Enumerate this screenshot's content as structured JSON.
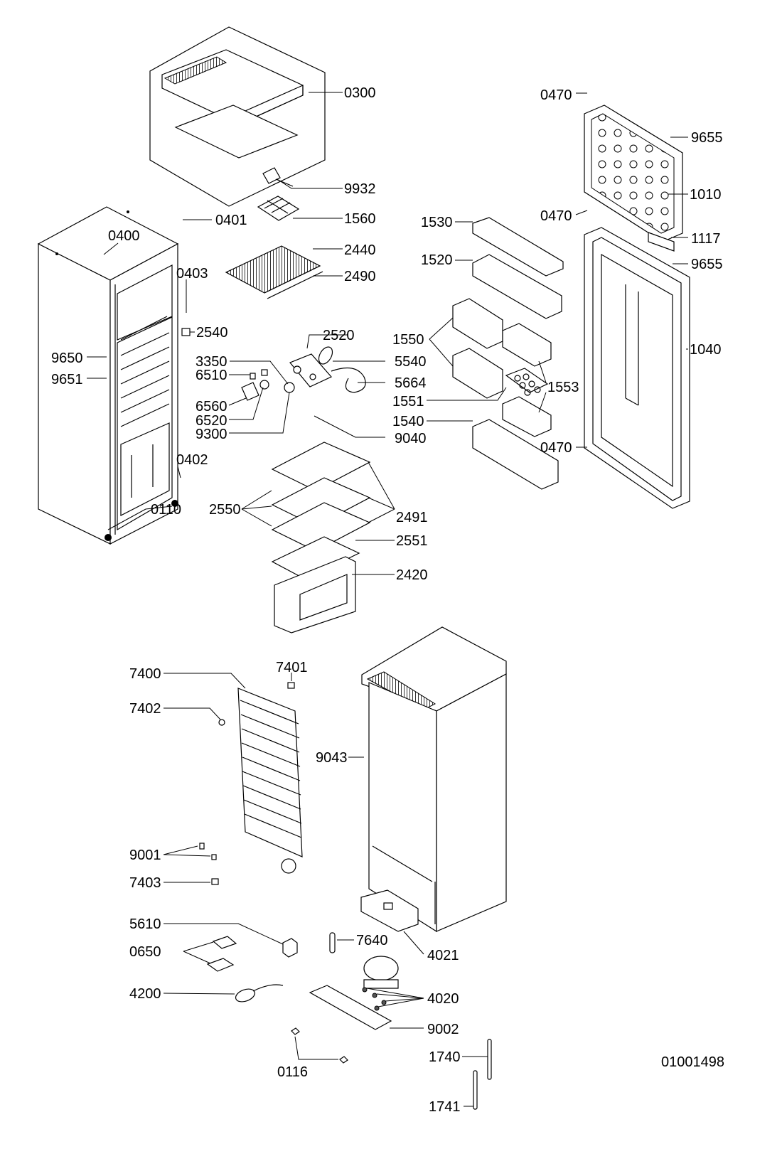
{
  "document_number": "01001498",
  "labels": {
    "l0300": "0300",
    "l0470a": "0470",
    "l9655a": "9655",
    "l9932": "9932",
    "l1010": "1010",
    "l0470b": "0470",
    "l0401": "0401",
    "l1560": "1560",
    "l1530": "1530",
    "l1117": "1117",
    "l0400": "0400",
    "l2440": "2440",
    "l1520": "1520",
    "l9655b": "9655",
    "l0403": "0403",
    "l2490": "2490",
    "l2520": "2520",
    "l2540": "2540",
    "l1550": "1550",
    "l9650": "9650",
    "l1040": "1040",
    "l3350": "3350",
    "l5540": "5540",
    "l9651": "9651",
    "l6510": "6510",
    "l5664": "5664",
    "l1553": "1553",
    "l1551": "1551",
    "l6560": "6560",
    "l6520": "6520",
    "l1540": "1540",
    "l9300": "9300",
    "l9040": "9040",
    "l0470c": "0470",
    "l0402": "0402",
    "l0110": "0110",
    "l2550": "2550",
    "l2491": "2491",
    "l2551": "2551",
    "l2420": "2420",
    "l7400": "7400",
    "l7401": "7401",
    "l7402": "7402",
    "l9043": "9043",
    "l9001": "9001",
    "l7403": "7403",
    "l5610": "5610",
    "l7640": "7640",
    "l4021": "4021",
    "l0650": "0650",
    "l4200": "4200",
    "l4020": "4020",
    "l9002": "9002",
    "l1740": "1740",
    "l0116": "0116",
    "l1741": "1741"
  }
}
